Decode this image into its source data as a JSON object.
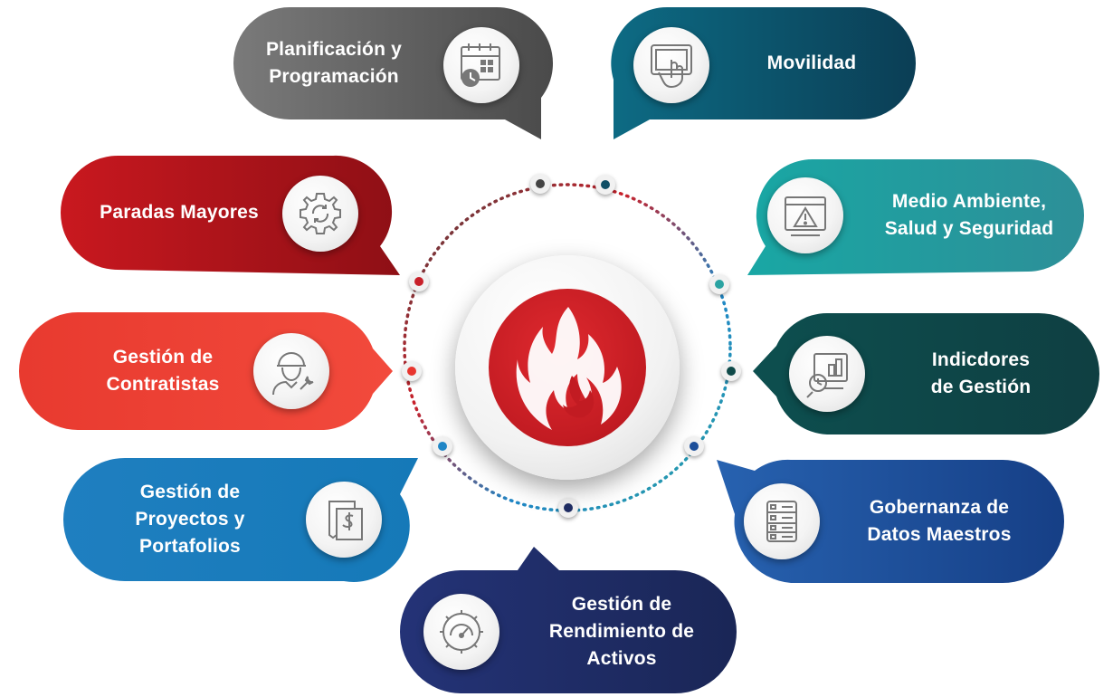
{
  "center": {
    "icon": "flame-icon",
    "color": "#c8202a"
  },
  "items": [
    {
      "key": "planificacion",
      "label": "Planificación y\nProgramación",
      "icon": "calendar-clock-icon",
      "color": "#5a5a5a"
    },
    {
      "key": "movilidad",
      "label": "Movilidad",
      "icon": "touch-screen-icon",
      "color": "#0f4f66"
    },
    {
      "key": "paradas",
      "label": "Paradas Mayores",
      "icon": "gear-cycle-icon",
      "color": "#b3151c"
    },
    {
      "key": "medio_ambiente",
      "label": "Medio Ambiente,\nSalud y Seguridad",
      "icon": "warning-window-icon",
      "color": "#2aa3a2"
    },
    {
      "key": "contratistas",
      "label": "Gestión de\nContratistas",
      "icon": "worker-wrench-icon",
      "color": "#e8352e"
    },
    {
      "key": "indicadores",
      "label": "Indicdores\nde Gestión",
      "icon": "monitor-chart-icon",
      "color": "#0f4a49"
    },
    {
      "key": "proyectos",
      "label": "Gestión de\nProyectos y\nPortafolios",
      "icon": "receipt-dollar-icon",
      "color": "#1f86c6"
    },
    {
      "key": "gobernanza",
      "label": "Gobernanza de\nDatos Maestros",
      "icon": "server-icon",
      "color": "#1d4f9a"
    },
    {
      "key": "rendimiento",
      "label": "Gestión de\nRendimiento de\nActivos",
      "icon": "gauge-gear-icon",
      "color": "#1f2d63"
    }
  ]
}
